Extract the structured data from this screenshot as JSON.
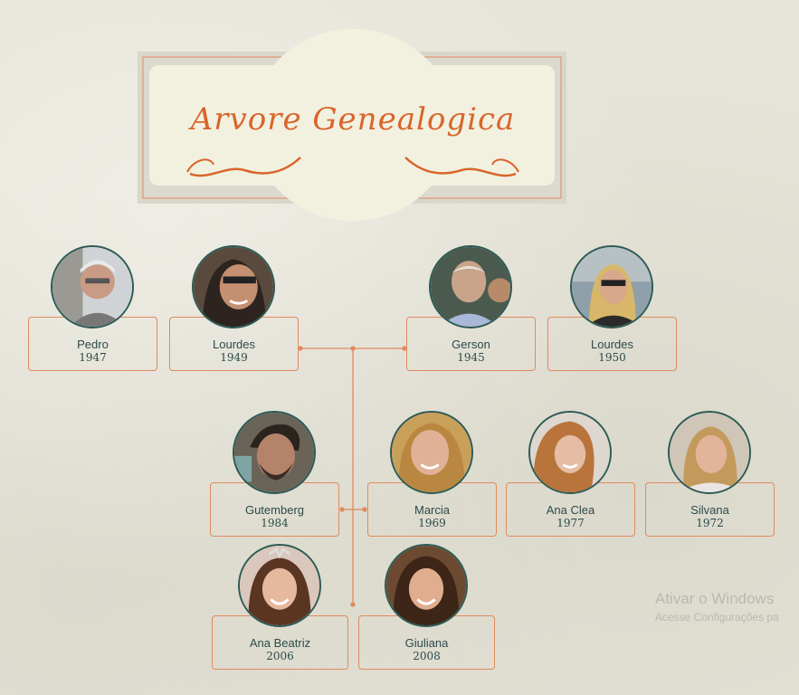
{
  "title": "Arvore Genealogica",
  "colors": {
    "accent": "#d9652b",
    "border": "#e08a5e",
    "text": "#2c4a4a",
    "ring": "#2c5a55"
  },
  "members": [
    {
      "name": "Pedro",
      "year": "1947"
    },
    {
      "name": "Lourdes",
      "year": "1949"
    },
    {
      "name": "Gerson",
      "year": "1945"
    },
    {
      "name": "Lourdes",
      "year": "1950"
    },
    {
      "name": "Gutemberg",
      "year": "1984"
    },
    {
      "name": "Marcia",
      "year": "1969"
    },
    {
      "name": "Ana Clea",
      "year": "1977"
    },
    {
      "name": "Silvana",
      "year": "1972"
    },
    {
      "name": "Ana Beatriz",
      "year": "2006"
    },
    {
      "name": "Giuliana",
      "year": "2008"
    }
  ],
  "watermark": {
    "line1": "Ativar o Windows",
    "line2": "Acesse Configurações pa"
  }
}
